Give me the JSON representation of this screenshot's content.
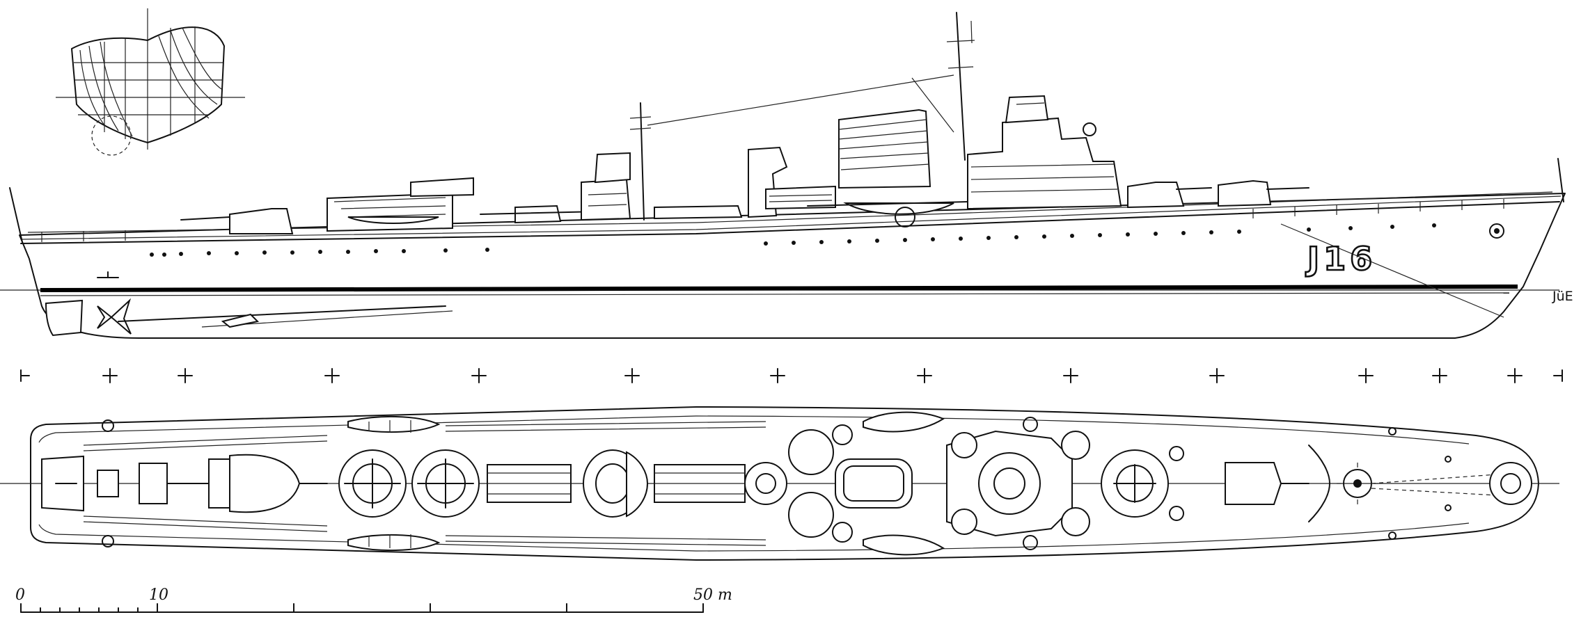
{
  "profile": {
    "hull_number": "J16",
    "draughtsman_mark": "JüE"
  },
  "scale": {
    "labels": [
      "0",
      "10",
      "50 m"
    ]
  },
  "colors": {
    "ink": "#111111",
    "paper": "#ffffff"
  }
}
